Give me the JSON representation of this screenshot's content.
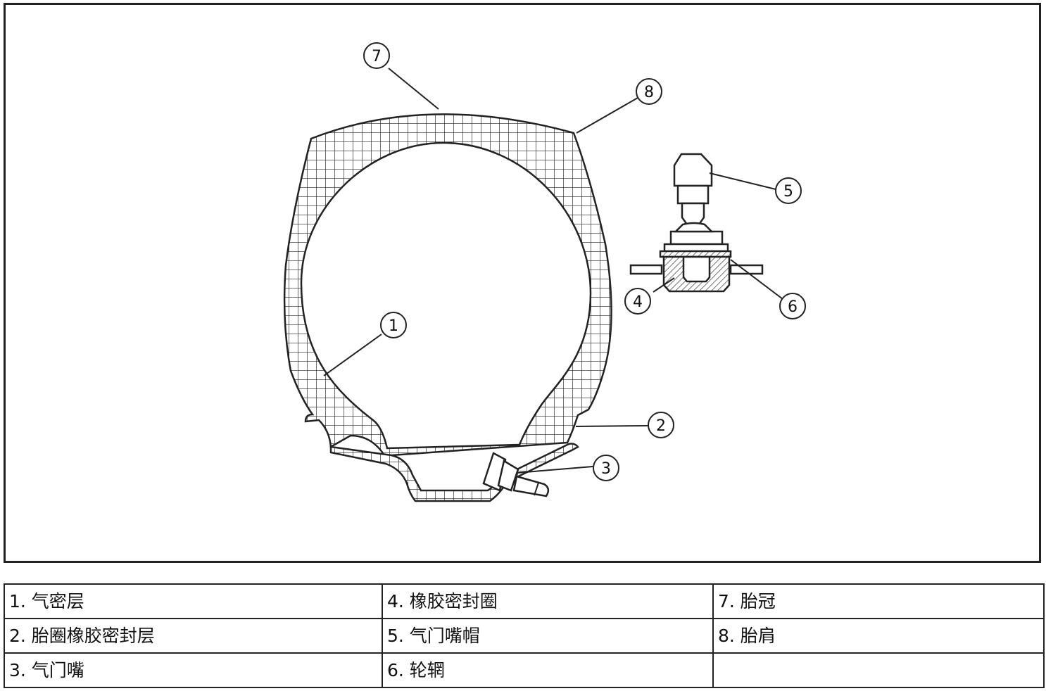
{
  "callouts": [
    "1",
    "2",
    "3",
    "4",
    "5",
    "6",
    "7",
    "8"
  ],
  "legend": {
    "rows": [
      [
        "1. 气密层",
        "4. 橡胶密封圈",
        "7. 胎冠"
      ],
      [
        "2. 胎圈橡胶密封层",
        "5. 气门嘴帽",
        "8. 胎肩"
      ],
      [
        "3. 气门嘴",
        "6. 轮辋",
        ""
      ]
    ]
  }
}
